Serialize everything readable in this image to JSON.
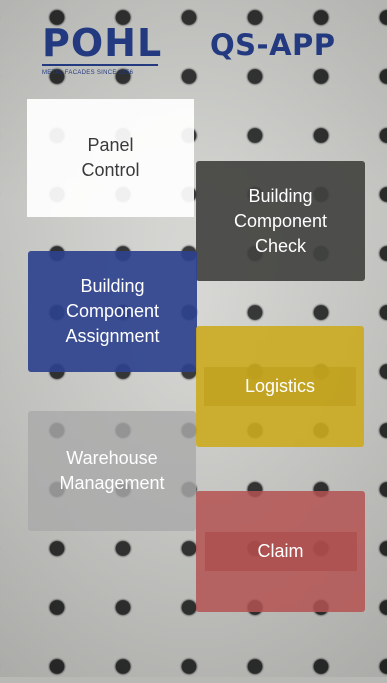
{
  "header": {
    "logo_text": "POHL",
    "logo_tagline": "METAL FACADES SINCE 1856",
    "app_title": "QS-APP"
  },
  "tiles": {
    "panel_control": "Panel Control",
    "component_check": "Building Component Check",
    "component_assignment": "Building Component Assignment",
    "logistics": "Logistics",
    "warehouse_management": "Warehouse Management",
    "claim": "Claim"
  },
  "colors": {
    "brand_blue": "#233a80",
    "panel_control": "#ffffff",
    "component_check": "#424340",
    "component_assignment": "#2e428e",
    "logistics": "#cbaa1f",
    "warehouse_management": "#aaaaaa",
    "claim": "#b45252"
  }
}
